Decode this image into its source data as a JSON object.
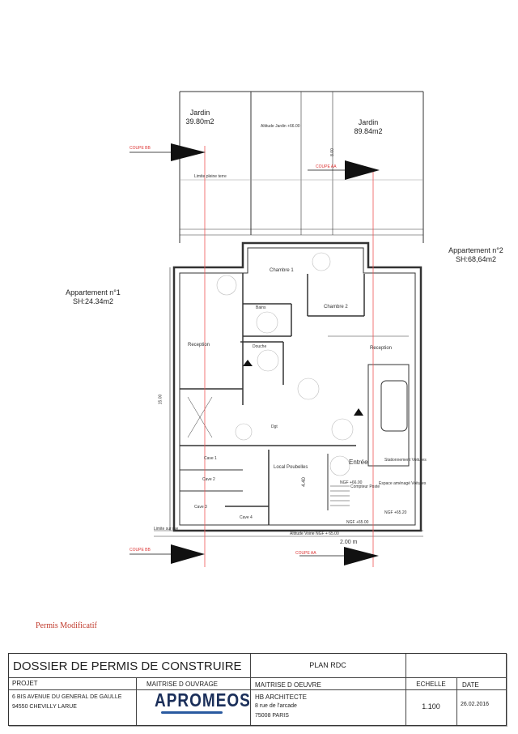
{
  "plan": {
    "jardin_left": {
      "name": "Jardin",
      "area": "39.80m2"
    },
    "jardin_right": {
      "name": "Jardin",
      "area": "89.84m2"
    },
    "altitude_jardin": "Altitude Jardin +66.00",
    "limite_pleine_terre": "Limite pleine terre",
    "apartment1": {
      "name": "Appartement n°1",
      "area": "SH:24.34m2"
    },
    "apartment2": {
      "name": "Appartement n°2",
      "area": "SH:68,64m2"
    },
    "rooms": {
      "chambre1": "Chambre 1",
      "chambre2": "Chambre 2",
      "reception1": "Reception",
      "reception2": "Reception",
      "bains": "Bains",
      "douche": "Douche",
      "dgt": "Dgt",
      "entree": "Entrée",
      "local_poubelles": "Local Poubelles",
      "cave1": "Cave 1",
      "cave2": "Cave 2",
      "cave3": "Cave 3",
      "cave4": "Cave 4",
      "stationnement": "Stationnement Voitures",
      "espace_vert": "Espace aménagé Voitures",
      "compteur": "Compteur Poste"
    },
    "coupe_aa": "COUPE AA",
    "coupe_bb": "COUPE BB",
    "limite_sur_rue": "Limite sur rue",
    "altitude_voirie": "Altitude Voirie NGF + 65.00",
    "dim_width": "15.00",
    "dim_depth": "8.00",
    "dim_local": "4.40",
    "dim_gate": "2.00 m",
    "ngf_labels": [
      "NGF +66.00",
      "NGF +65.00",
      "NGF +65.20"
    ]
  },
  "stamp": "Permis Modificatif",
  "title_block": {
    "title": "DOSSIER DE PERMIS DE CONSTRUIRE",
    "sheet": "PLAN RDC",
    "projet_label": "PROJET",
    "projet_line1": "6 BIS AVENUE DU GENERAL DE GAULLE",
    "projet_line2": "94550 CHEVILLY LARUE",
    "maitrise_ouvrage_label": "MAITRISE D OUVRAGE",
    "maitrise_ouvrage_logo": "APROMEOS",
    "maitrise_oeuvre_label": "MAITRISE D OEUVRE",
    "architecte_line1": "HB ARCHITECTE",
    "architecte_line2": "8 rue de l'arcade",
    "architecte_line3": "75008 PARIS",
    "echelle_label": "ECHELLE",
    "echelle": "1.100",
    "date_label": "DATE",
    "date": "26.02.2016"
  }
}
